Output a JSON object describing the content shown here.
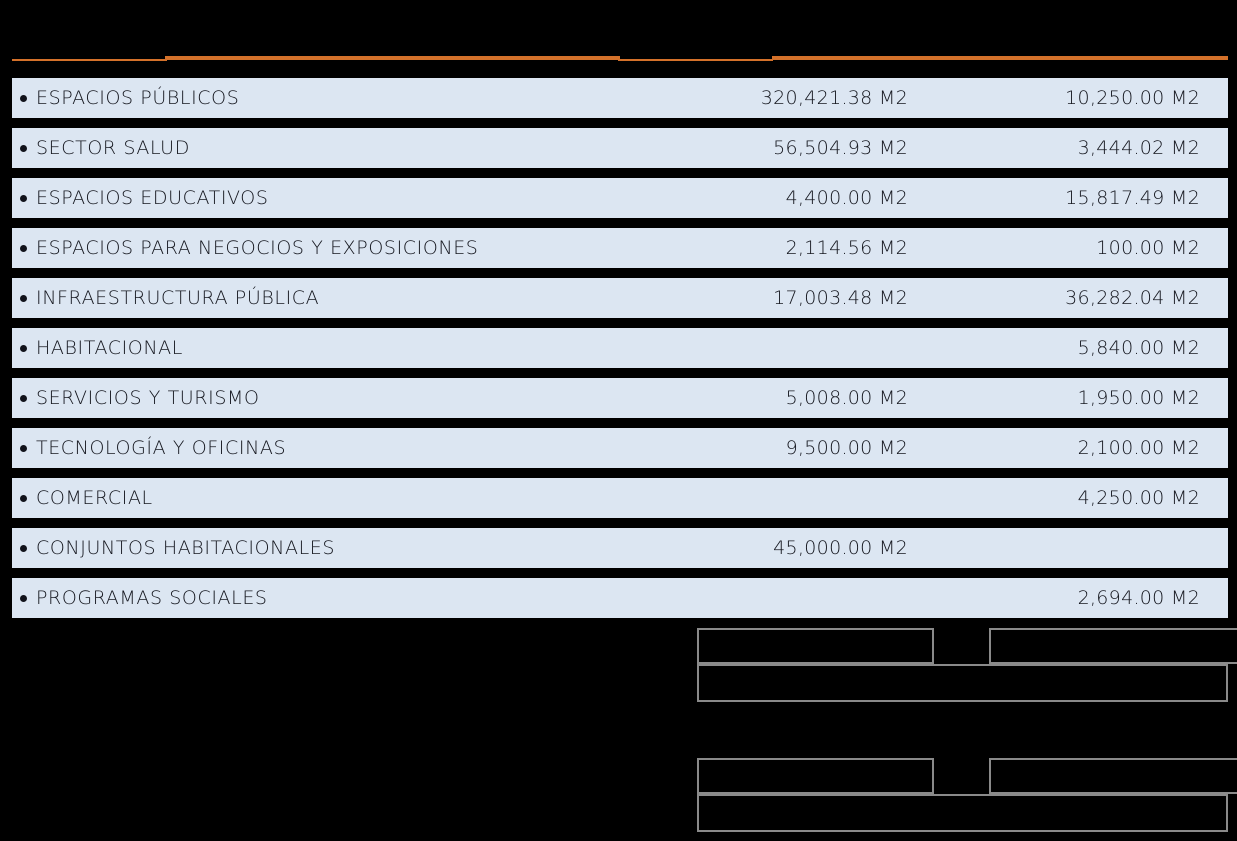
{
  "theme": {
    "background": "#000000",
    "row_fill": "#dce6f2",
    "row_text": "#15171f",
    "accent_rule": "#d4712a",
    "frame_border": "#8a8a8a"
  },
  "divider": {
    "name": "orange-rule",
    "segments": 4
  },
  "table": {
    "unit": "M2",
    "rows": [
      {
        "label": "ESPACIOS PÚBLICOS",
        "value_mid": "320,421.38 M2",
        "value_right": "10,250.00 M2"
      },
      {
        "label": "SECTOR SALUD",
        "value_mid": "56,504.93 M2",
        "value_right": "3,444.02 M2"
      },
      {
        "label": "ESPACIOS EDUCATIVOS",
        "value_mid": "4,400.00 M2",
        "value_right": "15,817.49 M2"
      },
      {
        "label": "ESPACIOS PARA NEGOCIOS Y EXPOSICIONES",
        "value_mid": "2,114.56 M2",
        "value_right": "100.00 M2"
      },
      {
        "label": "INFRAESTRUCTURA PÚBLICA",
        "value_mid": "17,003.48 M2",
        "value_right": "36,282.04 M2"
      },
      {
        "label": "HABITACIONAL",
        "value_mid": "",
        "value_right": "5,840.00 M2"
      },
      {
        "label": "SERVICIOS Y TURISMO",
        "value_mid": "5,008.00 M2",
        "value_right": "1,950.00 M2"
      },
      {
        "label": "TECNOLOGÍA Y OFICINAS",
        "value_mid": "9,500.00 M2",
        "value_right": "2,100.00 M2"
      },
      {
        "label": "COMERCIAL",
        "value_mid": "",
        "value_right": "4,250.00 M2"
      },
      {
        "label": "CONJUNTOS HABITACIONALES",
        "value_mid": "45,000.00 M2",
        "value_right": ""
      },
      {
        "label": "PROGRAMAS SOCIALES",
        "value_mid": "",
        "value_right": "2,694.00 M2"
      }
    ]
  },
  "frames": {
    "group_1": {
      "top_left": "",
      "top_right": "",
      "bottom": ""
    },
    "group_2": {
      "top_left": "",
      "top_right": "",
      "bottom": ""
    }
  }
}
